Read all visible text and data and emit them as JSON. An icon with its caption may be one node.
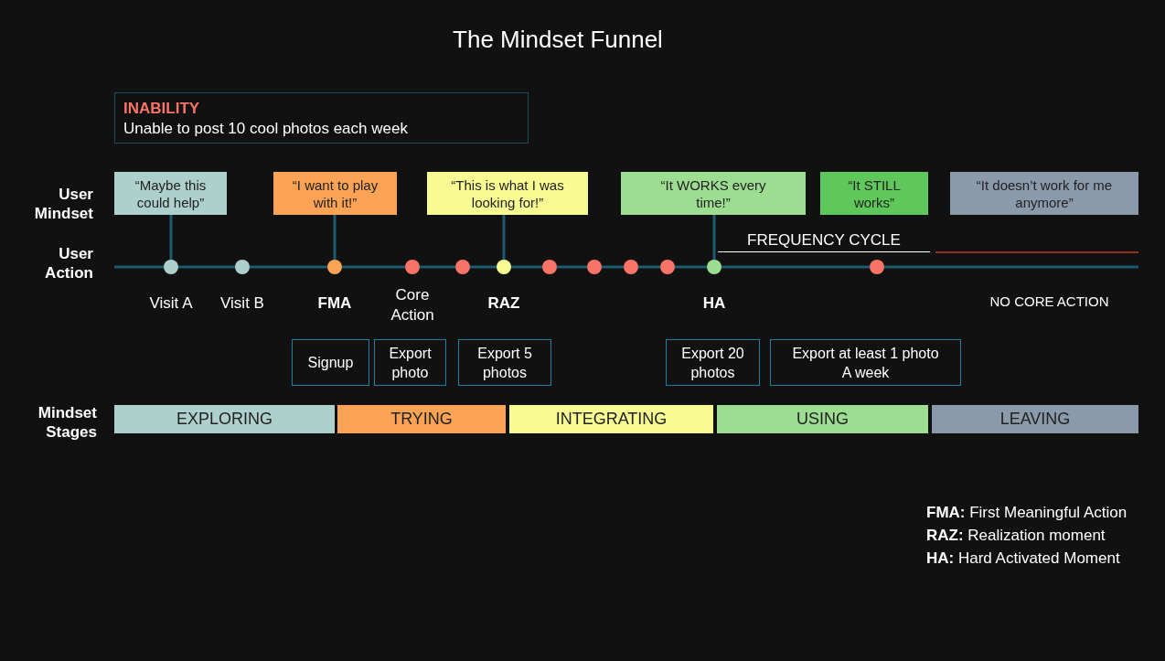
{
  "diagram": {
    "title": "The Mindset Funnel",
    "nodes": [
      {
        "text": [
          "INABILITY",
          "Unable to post 10 cool photos each week"
        ]
      },
      {
        "text": [
          "“Maybe this could help”"
        ]
      },
      {
        "text": [
          "“I want to play with it!”"
        ]
      },
      {
        "text": [
          "“This is what I was looking for!”"
        ]
      },
      {
        "text": [
          "“It WORKS every time!”"
        ]
      },
      {
        "text": [
          "“It STILL works”"
        ]
      },
      {
        "text": [
          "“It doesn’t work for me anymore”"
        ]
      },
      {
        "text": [],
        "shape": "circle",
        "beside": [
          "Visit A"
        ]
      },
      {
        "text": [],
        "shape": "circle",
        "beside": [
          "Visit B"
        ]
      },
      {
        "text": [],
        "shape": "circle",
        "beside": [
          "FMA"
        ]
      },
      {
        "text": [],
        "shape": "circle",
        "beside": [
          "Core Action"
        ]
      },
      {
        "text": [],
        "shape": "circle"
      },
      {
        "text": [],
        "shape": "circle",
        "beside": [
          "RAZ"
        ]
      },
      {
        "text": [],
        "shape": "circle"
      },
      {
        "text": [],
        "shape": "circle"
      },
      {
        "text": [],
        "shape": "circle"
      },
      {
        "text": [],
        "shape": "circle"
      },
      {
        "text": [],
        "shape": "circle",
        "beside": [
          "HA"
        ]
      },
      {
        "text": [],
        "shape": "circle"
      },
      {
        "text": [
          "Signup"
        ]
      },
      {
        "text": [
          "Export photo"
        ]
      },
      {
        "text": [
          "Export 5 photos"
        ]
      },
      {
        "text": [
          "Export 20 photos"
        ]
      },
      {
        "text": [
          "Export at least 1 photo A week"
        ]
      },
      {
        "text": [
          "EXPLORING"
        ]
      },
      {
        "text": [
          "TRYING"
        ]
      },
      {
        "text": [
          "INTEGRATING"
        ]
      },
      {
        "text": [
          "USING"
        ]
      },
      {
        "text": [
          "LEAVING"
        ]
      }
    ],
    "edges": [
      {
        "from": 1,
        "to": 7,
        "arrow": "none"
      },
      {
        "from": 2,
        "to": 9,
        "arrow": "none"
      },
      {
        "from": 3,
        "to": 12,
        "arrow": "none"
      },
      {
        "from": 4,
        "to": 17,
        "arrow": "none"
      },
      {
        "from": null,
        "to": 7,
        "arrow": "none"
      },
      {
        "from": 7,
        "to": 8,
        "arrow": "none"
      },
      {
        "from": 8,
        "to": 9,
        "arrow": "none"
      },
      {
        "from": 9,
        "to": 10,
        "arrow": "none"
      },
      {
        "from": 10,
        "to": 11,
        "arrow": "none"
      },
      {
        "from": 11,
        "to": 12,
        "arrow": "none"
      },
      {
        "from": 12,
        "to": 13,
        "arrow": "none"
      },
      {
        "from": 13,
        "to": 14,
        "arrow": "none"
      },
      {
        "from": 14,
        "to": 15,
        "arrow": "none"
      },
      {
        "from": 15,
        "to": 16,
        "arrow": "none"
      },
      {
        "from": 16,
        "to": 17,
        "arrow": "none"
      },
      {
        "from": 17,
        "to": 18,
        "arrow": "none"
      },
      {
        "from": 18,
        "to": null,
        "arrow": "none"
      }
    ],
    "labels": [
      "User Mindset",
      "User Action",
      "FREQUENCY CYCLE",
      "NO CORE ACTION",
      "Mindset Stages",
      "**FMA:** First Meaningful Action",
      "**RAZ:** Realization moment",
      "**HA:** Hard Activated Moment"
    ]
  }
}
